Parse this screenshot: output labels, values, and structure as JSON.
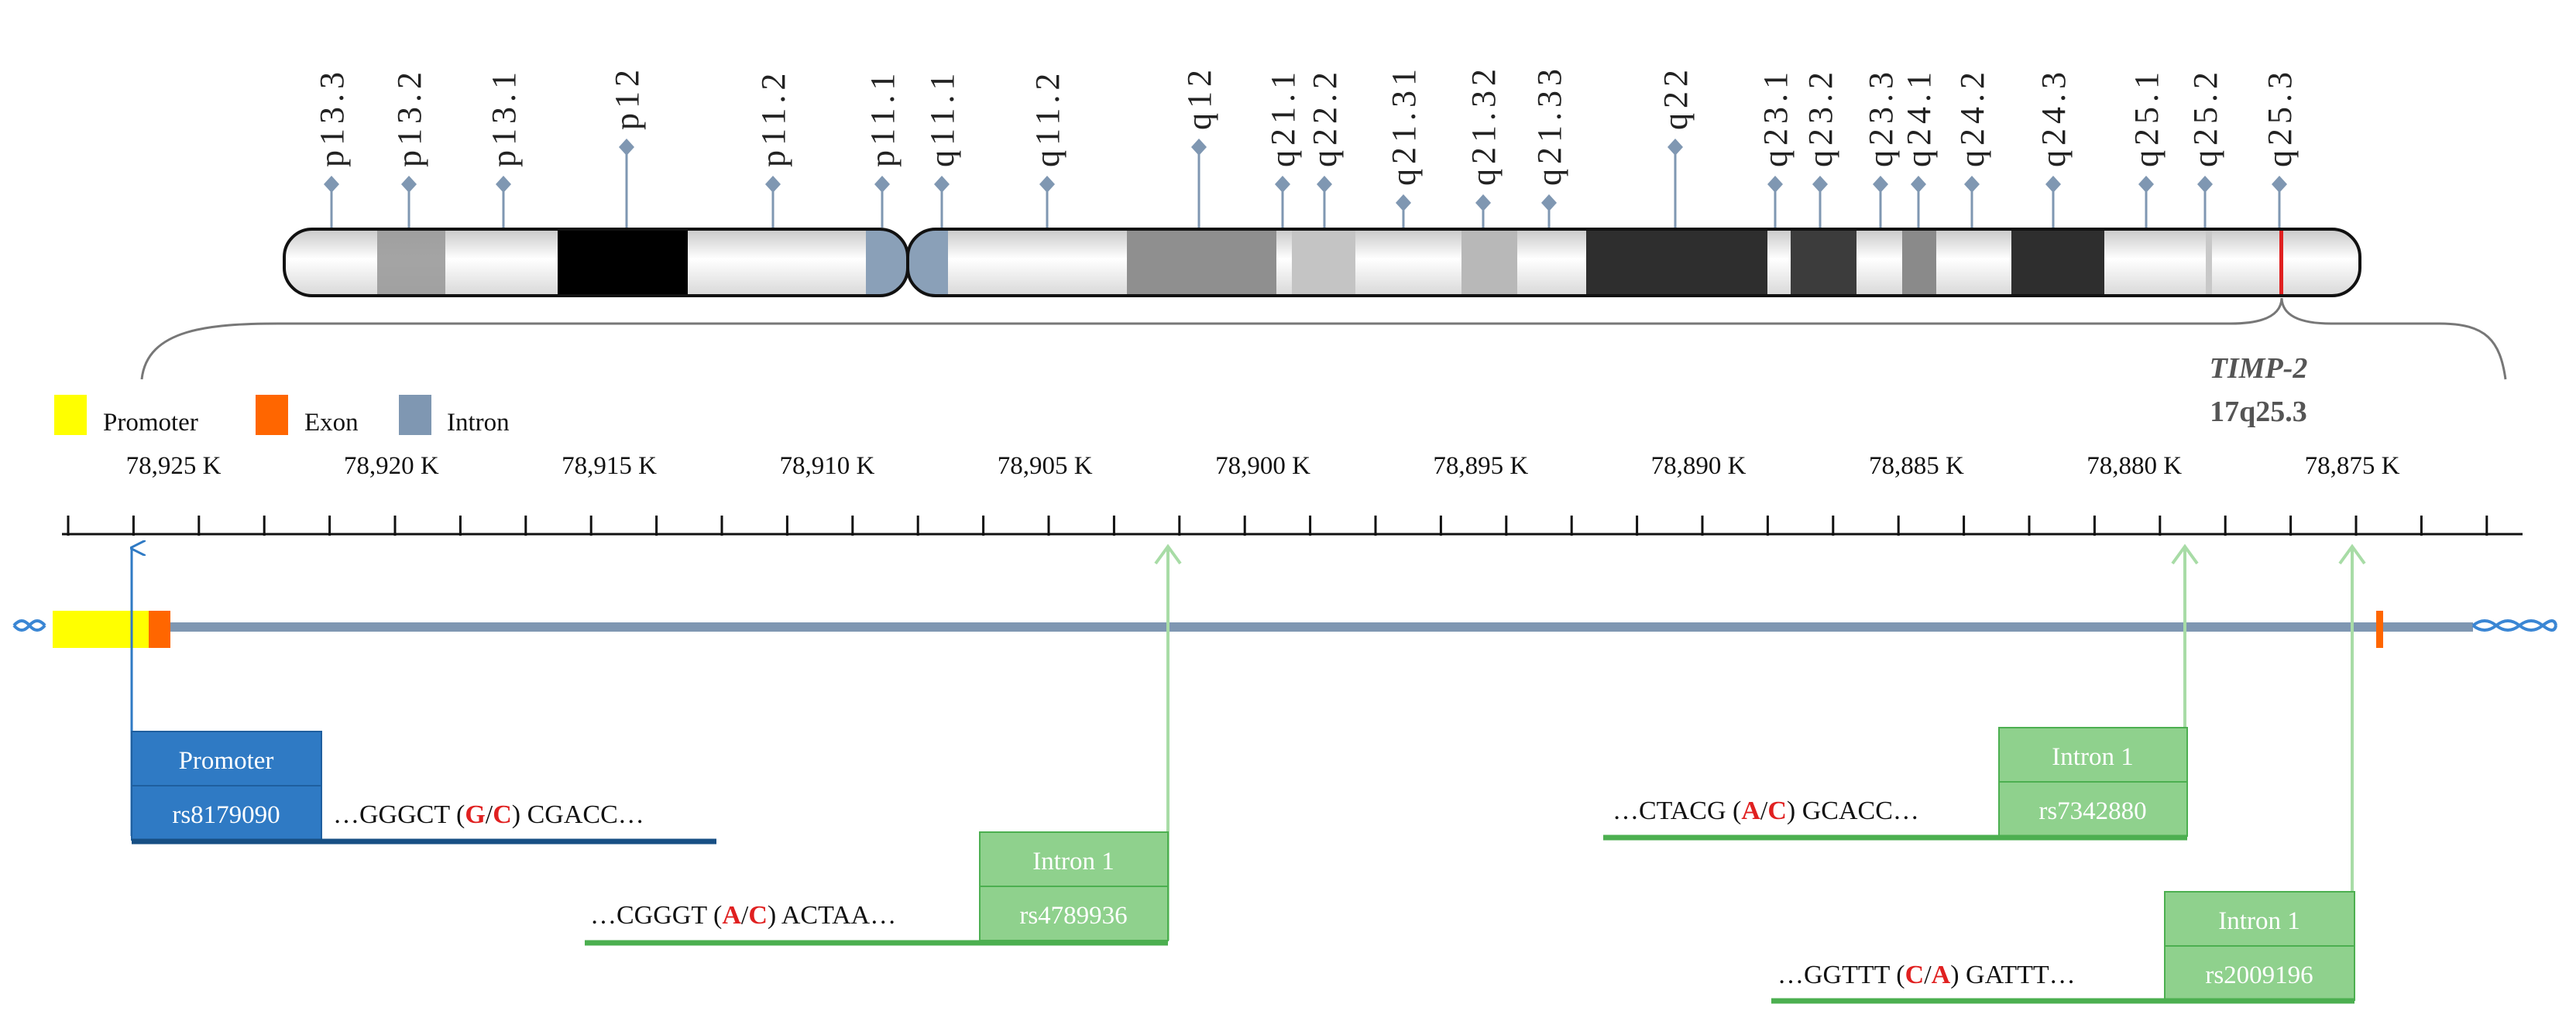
{
  "ideogram": {
    "bands": [
      "p13.3",
      "p13.2",
      "p13.1",
      "p12",
      "p11.2",
      "p11.1",
      "q11.1",
      "q11.2",
      "q12",
      "q21.1",
      "q22.2",
      "q21.31",
      "q21.32",
      "q21.33",
      "q22",
      "q23.1",
      "q23.2",
      "q23.3",
      "q24.1",
      "q24.2",
      "q24.3",
      "q25.1",
      "q25.2",
      "q25.3"
    ],
    "gene_marker_color": "#e02020"
  },
  "gene": {
    "name": "TIMP-2",
    "location": "17q25.3"
  },
  "legend": [
    {
      "label": "Promoter",
      "color": "#ffff00"
    },
    {
      "label": "Exon",
      "color": "#ff6600"
    },
    {
      "label": "Intron",
      "color": "#7f97b2"
    }
  ],
  "scale": {
    "labels": [
      "78,925 K",
      "78,920 K",
      "78,915 K",
      "78,910 K",
      "78,905 K",
      "78,900 K",
      "78,895 K",
      "78,890 K",
      "78,885 K",
      "78,880 K",
      "78,875 K"
    ]
  },
  "snps": [
    {
      "region": "Promoter",
      "id": "rs8179090",
      "prefix": "…GGGCT (",
      "allele1": "G",
      "sep": "/",
      "allele2": "C",
      "suffix": ") CGACC…",
      "color": "#2f7ac4",
      "line_color": "#174f84"
    },
    {
      "region": "Intron 1",
      "id": "rs4789936",
      "prefix": "…CGGGT (",
      "allele1": "A",
      "sep": "/",
      "allele2": "C",
      "suffix": ") ACTAA…",
      "color": "#8fd18d",
      "line_color": "#4caf50"
    },
    {
      "region": "Intron 1",
      "id": "rs7342880",
      "prefix": "…CTACG (",
      "allele1": "A",
      "sep": "/",
      "allele2": "C",
      "suffix": ") GCACC…",
      "color": "#8fd18d",
      "line_color": "#4caf50"
    },
    {
      "region": "Intron 1",
      "id": "rs2009196",
      "prefix": "…GGTTT (",
      "allele1": "C",
      "sep": "/",
      "allele2": "A",
      "suffix": ") GATTT…",
      "color": "#8fd18d",
      "line_color": "#4caf50"
    }
  ]
}
